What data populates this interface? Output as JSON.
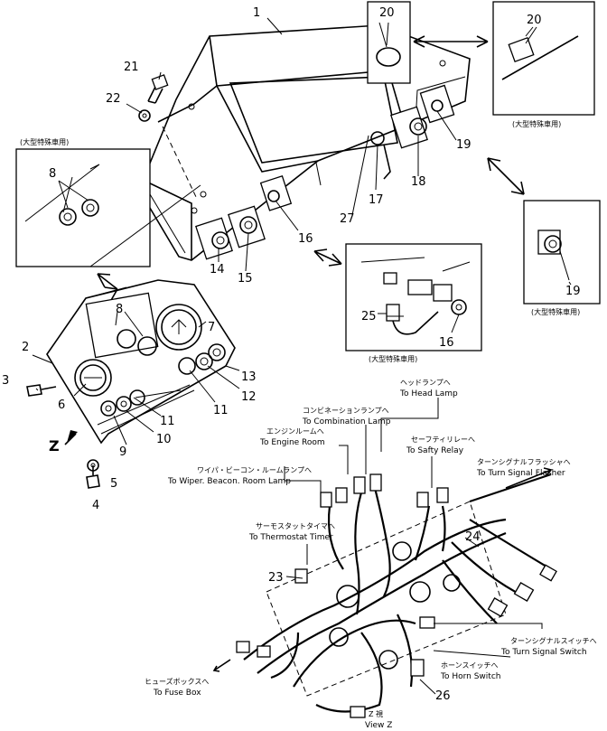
{
  "parts": {
    "p1": "1",
    "p2": "2",
    "p3": "3",
    "p4": "4",
    "p5": "5",
    "p6": "6",
    "p7": "7",
    "p8a": "8",
    "p8b": "8",
    "p9": "9",
    "p10": "10",
    "p11a": "11",
    "p11b": "11",
    "p12": "12",
    "p13": "13",
    "p14": "14",
    "p15": "15",
    "p16a": "16",
    "p16b": "16",
    "p17": "17",
    "p18": "18",
    "p19a": "19",
    "p19b": "19",
    "p20a": "20",
    "p20b": "20",
    "p21": "21",
    "p22": "22",
    "p23": "23",
    "p24": "24",
    "p25": "25",
    "p26": "26",
    "p27": "27"
  },
  "notes": {
    "large_special_1": "(大型特殊車用)",
    "large_special_2": "(大型特殊車用)",
    "large_special_3": "(大型特殊車用)",
    "large_special_4": "(大型特殊車用)"
  },
  "view": {
    "arrow_letter": "Z",
    "title_jp": "Z 視",
    "title_en": "View Z"
  },
  "destinations": {
    "head_lamp": {
      "jp": "ヘッドランプへ",
      "en": "To Head Lamp"
    },
    "combination": {
      "jp": "コンビネーションランプへ",
      "en": "To Combination Lamp"
    },
    "engine_room": {
      "jp": "エンジンルームへ",
      "en": "To Engine Room"
    },
    "safety_relay": {
      "jp": "セーフティリレーへ",
      "en": "To Safty Relay"
    },
    "wiper": {
      "jp": "ワイパ・ビーコン・ルームランプへ",
      "en": "To Wiper. Beacon. Room Lamp"
    },
    "turn_flasher": {
      "jp": "ターンシグナルフラッシャへ",
      "en": "To Turn Signal Flasher"
    },
    "thermostat": {
      "jp": "サーモスタットタイマへ",
      "en": "To Thermostat Timer"
    },
    "turn_switch": {
      "jp": "ターンシグナルスイッチへ",
      "en": "To Turn Signal Switch"
    },
    "horn_switch": {
      "jp": "ホーンスイッチへ",
      "en": "To Horn Switch"
    },
    "fuse_box": {
      "jp": "ヒューズボックスへ",
      "en": "To Fuse Box"
    }
  }
}
